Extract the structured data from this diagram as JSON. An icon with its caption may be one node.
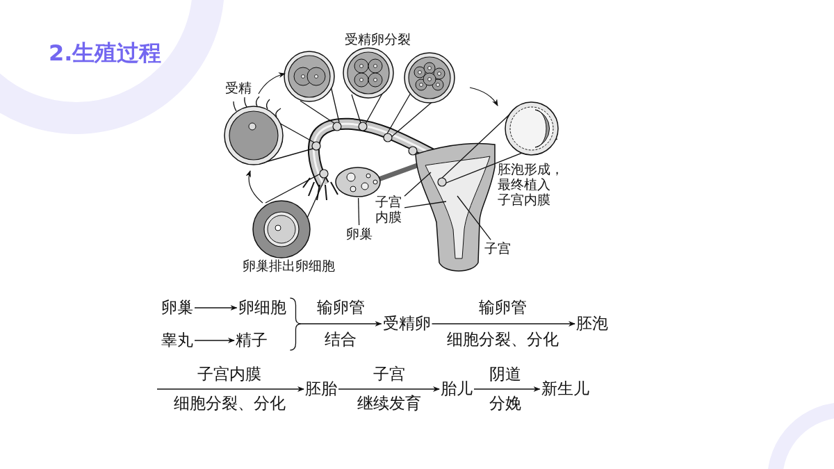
{
  "diagram": {
    "title": "2.生殖过程",
    "nodes": [
      {
        "text": [
          "卵巢"
        ]
      },
      {
        "text": [
          "子宫内膜"
        ]
      },
      {
        "text": [
          "子宫"
        ]
      },
      {
        "text": [
          "卵巢"
        ]
      },
      {
        "text": [
          "卵细胞"
        ]
      },
      {
        "text": [
          "睾丸"
        ]
      },
      {
        "text": [
          "精子"
        ]
      },
      {
        "text": [
          "受精卵"
        ]
      },
      {
        "text": [
          "胚泡"
        ]
      },
      {
        "text": [
          "胚胎"
        ]
      },
      {
        "text": [
          "胎儿"
        ]
      },
      {
        "text": [
          "新生儿"
        ]
      },
      {
        "text": [],
        "shape": "picture"
      }
    ],
    "edges": [
      {
        "from": 0,
        "to": 12,
        "arrow": "none"
      },
      {
        "from": 1,
        "to": null,
        "arrow": "none"
      },
      {
        "from": 1,
        "to": null,
        "arrow": "none"
      },
      {
        "from": 2,
        "to": null,
        "arrow": "none"
      },
      {
        "from": 3,
        "to": 4,
        "arrow": "to"
      },
      {
        "from": 5,
        "to": 6,
        "arrow": "to"
      },
      {
        "from": 4,
        "to": 7,
        "arrow": "to",
        "label": "输卵管"
      },
      {
        "from": 6,
        "to": 7,
        "arrow": "to"
      },
      {
        "from": 7,
        "to": 8,
        "arrow": "to",
        "label": "输卵管"
      },
      {
        "from": null,
        "to": 9,
        "arrow": "to",
        "label": "子宫内膜"
      },
      {
        "from": 9,
        "to": 10,
        "arrow": "to",
        "label": "子宫"
      },
      {
        "from": 10,
        "to": 11,
        "arrow": "to",
        "label": "阴道"
      }
    ],
    "labels": [
      "受精卵分裂",
      "受精",
      "胚泡形成，最终植入子宫内膜",
      "卵巢排出卵细胞",
      "结合",
      "细胞分裂、分化",
      "细胞分裂、分化",
      "继续发育",
      "分娩"
    ]
  }
}
